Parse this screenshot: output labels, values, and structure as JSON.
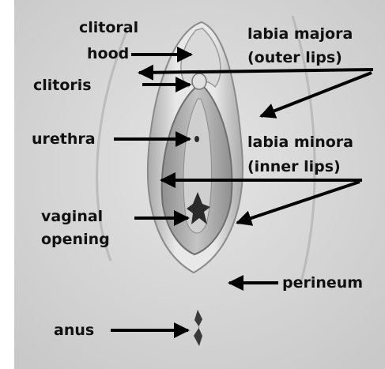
{
  "colors": {
    "background": "#ffffff",
    "skin": "#d6d6d6",
    "skin_shadow": "#9a9a9a",
    "tissue": "#bdbdbd",
    "opening": "#2a2a2a",
    "arrow": "#000000",
    "label_text": "#111111"
  },
  "labels": {
    "clitoral_hood": {
      "line1": "clitoral",
      "line2": "hood"
    },
    "labia_majora": {
      "line1": "labia majora",
      "line2": "(outer lips)"
    },
    "clitoris": "clitoris",
    "urethra": "urethra",
    "labia_minora": {
      "line1": "labia minora",
      "line2": "(inner lips)"
    },
    "vaginal_opening": {
      "line1": "vaginal",
      "line2": "opening"
    },
    "perineum": "perineum",
    "anus": "anus"
  }
}
